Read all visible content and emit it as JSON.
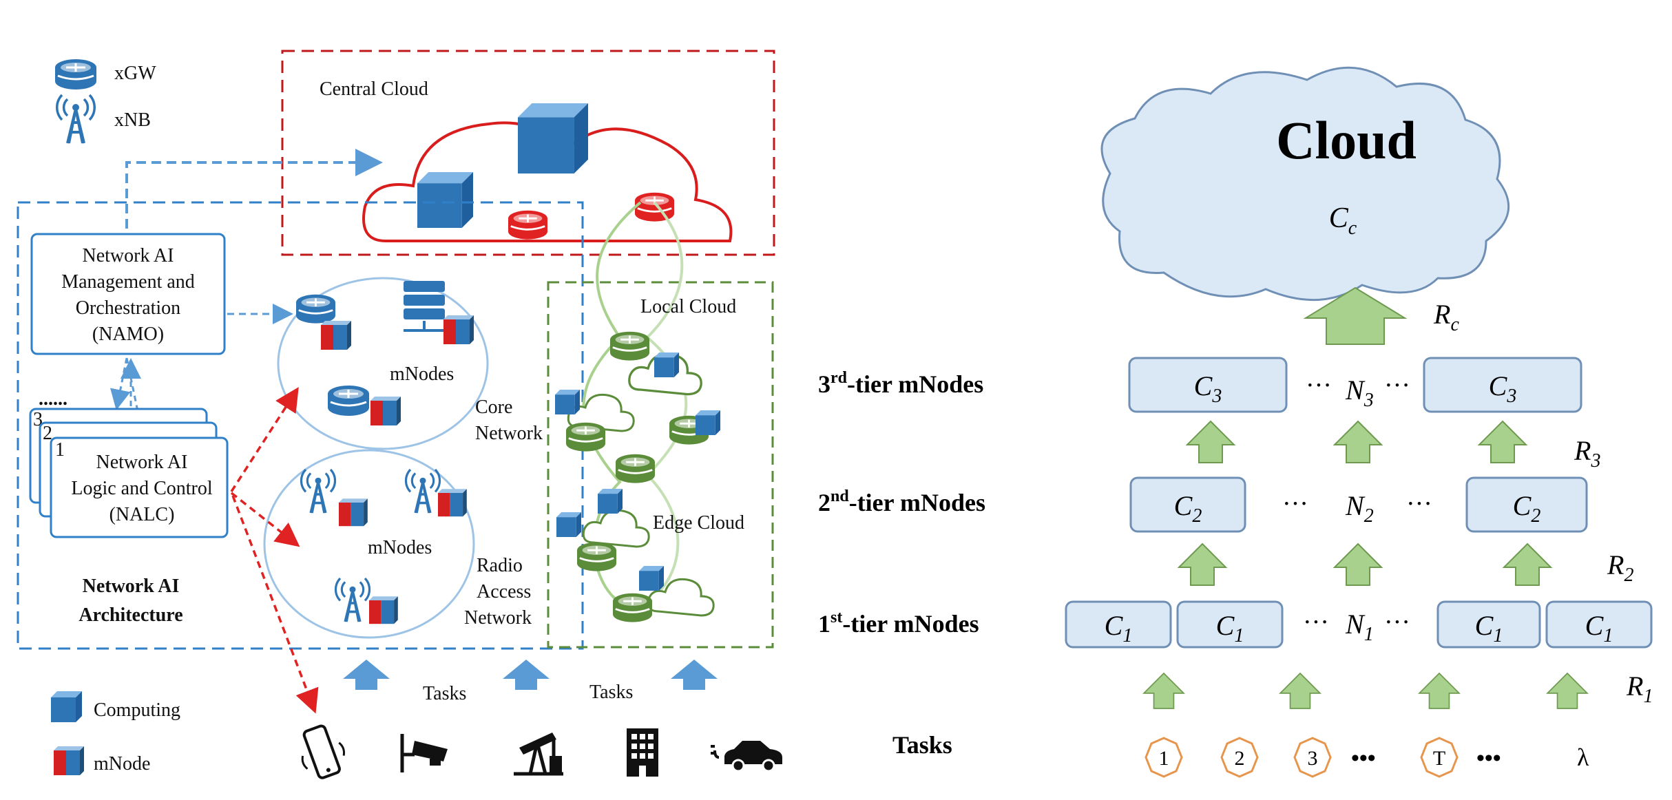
{
  "left": {
    "legend": {
      "xgw": "xGW",
      "xnb": "xNB",
      "computing": "Computing",
      "mnode": "mNode"
    },
    "central_cloud": "Central Cloud",
    "namo": [
      "Network AI",
      "Management and",
      "Orchestration",
      "(NAMO)"
    ],
    "nalc": [
      "Network AI",
      "Logic and Control",
      "(NALC)"
    ],
    "stack_numbers": [
      "3",
      "2",
      "1"
    ],
    "ellipsis": "......",
    "architecture": [
      "Network AI",
      "Architecture"
    ],
    "core_mnodes": "mNodes",
    "core_network": [
      "Core",
      "Network"
    ],
    "ran_mnodes": "mNodes",
    "ran_label": [
      "Radio",
      "Access",
      "Network"
    ],
    "local_cloud": "Local Cloud",
    "edge_cloud": "Edge Cloud",
    "tasks_1": "Tasks",
    "tasks_2": "Tasks"
  },
  "right": {
    "cloud_title": "Cloud",
    "cloud_capacity": "C",
    "cloud_capacity_sub": "c",
    "rate_c": "R",
    "rate_c_sub": "c",
    "tiers": [
      {
        "label_pre": "3",
        "label_sup": "rd",
        "label_post": "-tier mNodes",
        "node": "C",
        "node_sub": "3",
        "count": "N",
        "count_sub": "3",
        "rate": "R",
        "rate_sub": "3"
      },
      {
        "label_pre": "2",
        "label_sup": "nd",
        "label_post": "-tier mNodes",
        "node": "C",
        "node_sub": "2",
        "count": "N",
        "count_sub": "2",
        "rate": "R",
        "rate_sub": "2"
      },
      {
        "label_pre": "1",
        "label_sup": "st",
        "label_post": "-tier mNodes",
        "node": "C",
        "node_sub": "1",
        "count": "N",
        "count_sub": "1",
        "rate": "R",
        "rate_sub": "1"
      }
    ],
    "dots": "···",
    "tasks_label": "Tasks",
    "task_ids": [
      "1",
      "2",
      "3",
      "T"
    ],
    "task_dots": "•••",
    "lambda": "λ"
  },
  "colors": {
    "blue": "#2f7fc9",
    "red": "#e02222",
    "green": "#5b8c3a",
    "tier_fill": "#dae8f5",
    "tier_stroke": "#6f8fb5",
    "arrow_green": "#a9d18e",
    "cloud_fill": "#dbe9f7"
  }
}
